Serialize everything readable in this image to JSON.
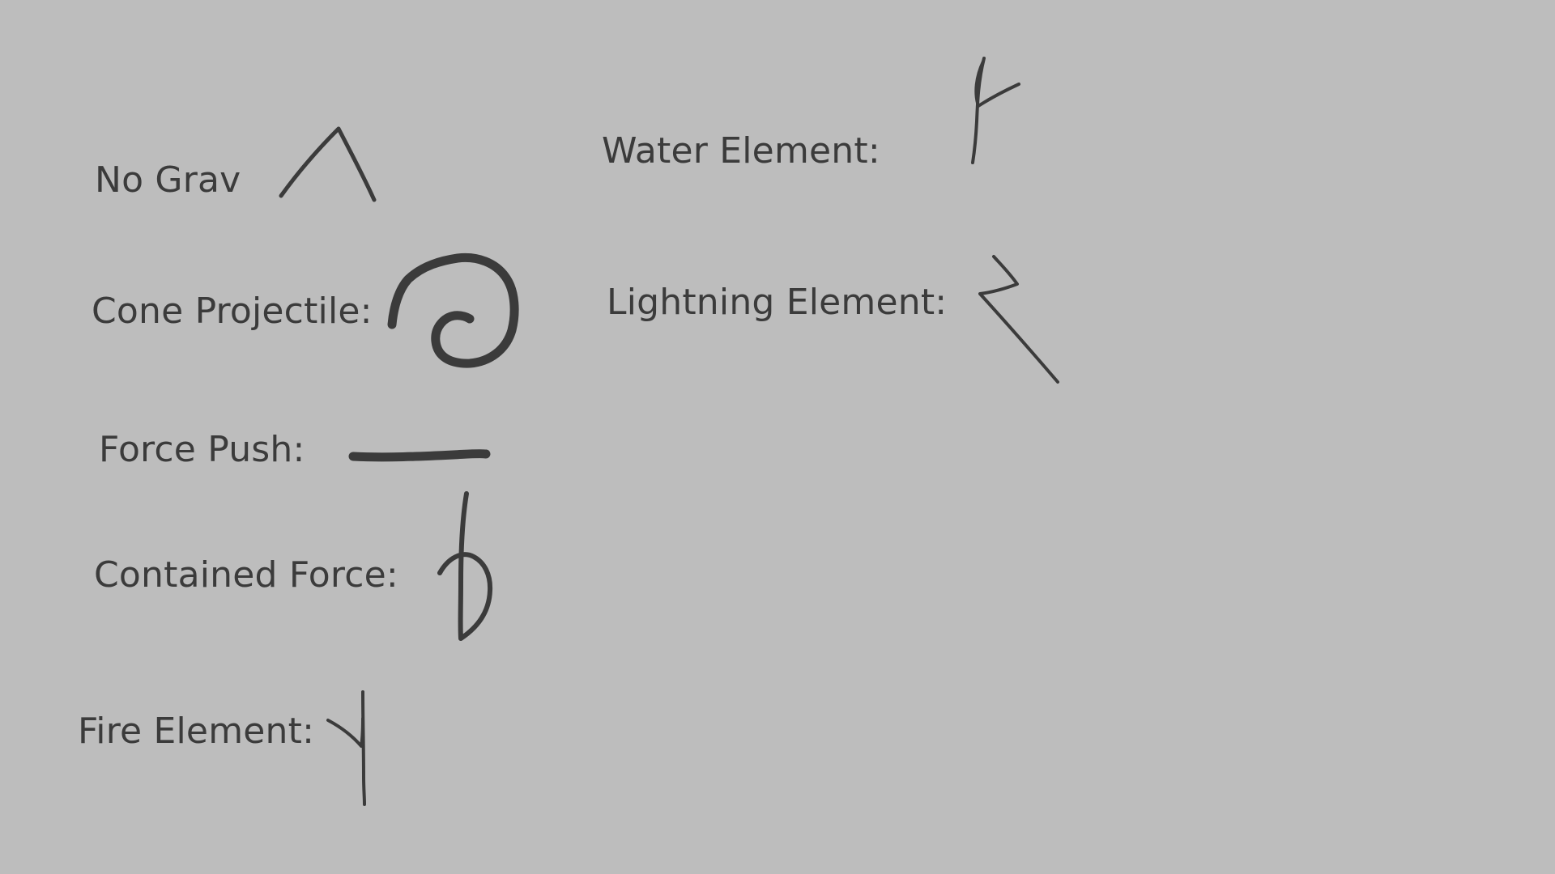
{
  "labels": {
    "no_grav": "No Grav",
    "water_element": "Water Element:",
    "cone_projectile": "Cone Projectile:",
    "lightning_element": "Lightning Element:",
    "force_push": "Force Push:",
    "contained_force": "Contained Force:",
    "fire_element": "Fire Element:"
  },
  "colors": {
    "background": "#bdbdbd",
    "ink": "#3b3b3b"
  },
  "glyphs": {
    "no_grav": "caret-glyph-icon",
    "water_element": "water-rune-icon",
    "cone_projectile": "spiral-rune-icon",
    "lightning_element": "lightning-rune-icon",
    "force_push": "horizontal-line-rune-icon",
    "contained_force": "contained-force-rune-icon",
    "fire_element": "fire-rune-icon"
  }
}
